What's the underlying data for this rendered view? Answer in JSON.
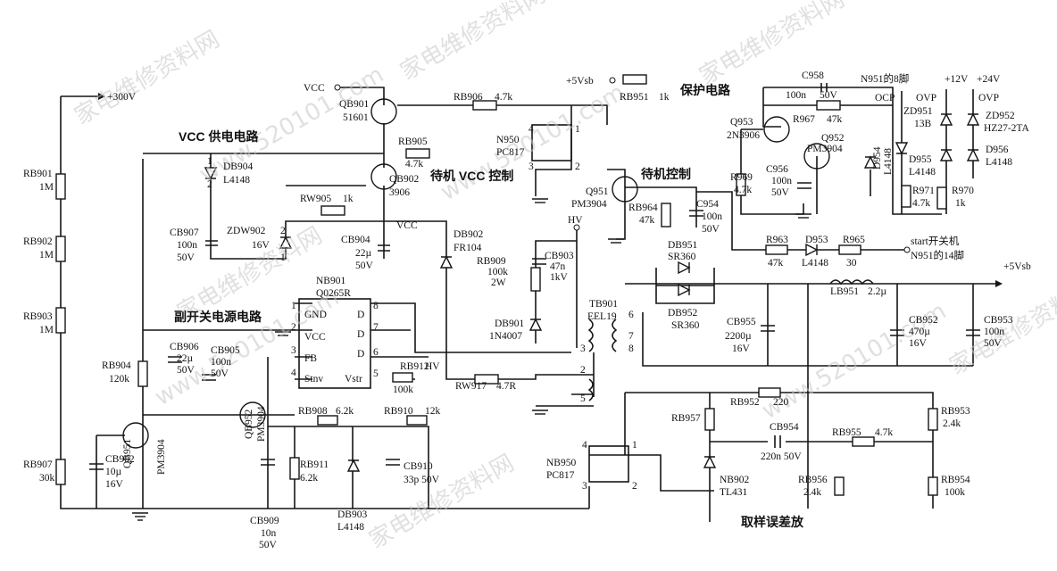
{
  "watermarks": [
    "家电维修资料网",
    "www.520101.com"
  ],
  "section_titles": {
    "vcc_supply": "VCC 供电电路",
    "standby_vcc_control": "待机 VCC 控制",
    "protection": "保护电路",
    "standby_control": "待机控制",
    "aux_smps": "副开关电源电路",
    "sampling_error": "取样误差放"
  },
  "rails": {
    "v300": "+300V",
    "vcc_left": "VCC",
    "vcc_mid": "VCC",
    "v5sb_top": "+5Vsb",
    "v5sb_right": "+5Vsb",
    "hv_top": "HV",
    "hv_ic": "HV",
    "v12": "+12V",
    "v24": "+24V",
    "ocp": "OCP",
    "ovp1": "OVP",
    "ovp2": "OVP",
    "n951_pin8": "N951的8脚",
    "start": "start开关机",
    "n951_pin14": "N951的14脚"
  },
  "components": {
    "rb901": [
      "RB901",
      "1M"
    ],
    "rb902": [
      "RB902",
      "1M"
    ],
    "rb903": [
      "RB903",
      "1M"
    ],
    "rb904": [
      "RB904",
      "120k"
    ],
    "rb907": [
      "RB907",
      "30k"
    ],
    "cb902": [
      "CB902",
      "10µ",
      "16V"
    ],
    "qb951": [
      "QB951",
      "PM3904"
    ],
    "qb901": [
      "QB901",
      "51601"
    ],
    "rb906": [
      "RB906",
      "4.7k"
    ],
    "rb905": [
      "RB905",
      "4.7k"
    ],
    "qb902": [
      "QB902",
      "3906"
    ],
    "db904": [
      "DB904",
      "L4148"
    ],
    "rw905": [
      "RW905",
      "1k"
    ],
    "cb907": [
      "CB907",
      "100n",
      "50V"
    ],
    "zdw902": [
      "ZDW902",
      "16V"
    ],
    "cb904": [
      "CB904",
      "22µ",
      "50V"
    ],
    "db902": [
      "DB902",
      "FR104"
    ],
    "nb901": [
      "NB901",
      "Q0265R"
    ],
    "cb906": [
      "CB906",
      "22µ",
      "50V"
    ],
    "cb905": [
      "CB905",
      "100n",
      "50V"
    ],
    "qb952": [
      "QB952",
      "PM3904"
    ],
    "rb912": [
      "RB912",
      "100k"
    ],
    "rb908": [
      "RB908",
      "6.2k"
    ],
    "rb910": [
      "RB910",
      "12k"
    ],
    "rb911": [
      "RB911",
      "6.2k"
    ],
    "cb909": [
      "CB909",
      "10n",
      "50V"
    ],
    "db903": [
      "DB903",
      "L4148"
    ],
    "cb910": [
      "CB910",
      "33p 50V"
    ],
    "rw917": [
      "RW917",
      "4.7R"
    ],
    "n950": [
      "N950",
      "PC817"
    ],
    "rb951": [
      "RB951",
      "1k"
    ],
    "q951": [
      "Q951",
      "PM3904"
    ],
    "rb964": [
      "RB964",
      "47k"
    ],
    "c954": [
      "C954",
      "100n",
      "50V"
    ],
    "rb909": [
      "RB909",
      "100k",
      "2W"
    ],
    "cb903": [
      "CB903",
      "47n",
      "1kV"
    ],
    "db901": [
      "DB901",
      "1N4007"
    ],
    "tb901": [
      "TB901",
      "EEL19"
    ],
    "c958": [
      "C958",
      "100n",
      "50V"
    ],
    "r967": [
      "R967",
      "47k"
    ],
    "q953": [
      "Q953",
      "2N3906"
    ],
    "q952": [
      "Q952",
      "PM3904"
    ],
    "r969": [
      "R969",
      "4.7k"
    ],
    "c956": [
      "C956",
      "100n",
      "50V"
    ],
    "d954": [
      "D954",
      "L4148"
    ],
    "zd951": [
      "ZD951",
      "13B"
    ],
    "d955": [
      "D955",
      "L4148"
    ],
    "r971": [
      "R971",
      "4.7k"
    ],
    "r970": [
      "R970",
      "1k"
    ],
    "zd952": [
      "ZD952",
      "HZ27-2TA"
    ],
    "d956": [
      "D956",
      "L4148"
    ],
    "r963": [
      "R963",
      "47k"
    ],
    "d953": [
      "D953",
      "L4148"
    ],
    "r965": [
      "R965",
      "30"
    ],
    "db951": [
      "DB951",
      "SR360"
    ],
    "db952": [
      "DB952",
      "SR360"
    ],
    "lb951": [
      "LB951",
      "2.2µ"
    ],
    "cb955": [
      "CB955",
      "2200µ",
      "16V"
    ],
    "cb952": [
      "CB952",
      "470µ",
      "16V"
    ],
    "cb953": [
      "CB953",
      "100n",
      "50V"
    ],
    "rb952": [
      "RB952",
      "220"
    ],
    "rb957": [
      "RB957"
    ],
    "rb953": [
      "RB953",
      "2.4k"
    ],
    "cb954": [
      "CB954",
      "220n 50V"
    ],
    "rb955": [
      "RB955",
      "4.7k"
    ],
    "nb950": [
      "NB950",
      "PC817"
    ],
    "nb902": [
      "NB902",
      "TL431"
    ],
    "rb956": [
      "RB956",
      "2.4k"
    ],
    "rb954": [
      "RB954",
      "100k"
    ]
  },
  "ic_pins": {
    "gnd": "GND",
    "vcc": "VCC",
    "fb": "FB",
    "stnv": "Stnv",
    "d": "D",
    "vstr": "Vstr",
    "p1": "1",
    "p2": "2",
    "p3": "3",
    "p4": "4",
    "p5": "5",
    "p6": "6",
    "p7": "7",
    "p8": "8"
  },
  "pin_numbers": {
    "n1": "1",
    "n2": "2",
    "n3": "3",
    "n4": "4",
    "n5": "5",
    "n6": "6",
    "n7": "7",
    "n8": "8"
  }
}
